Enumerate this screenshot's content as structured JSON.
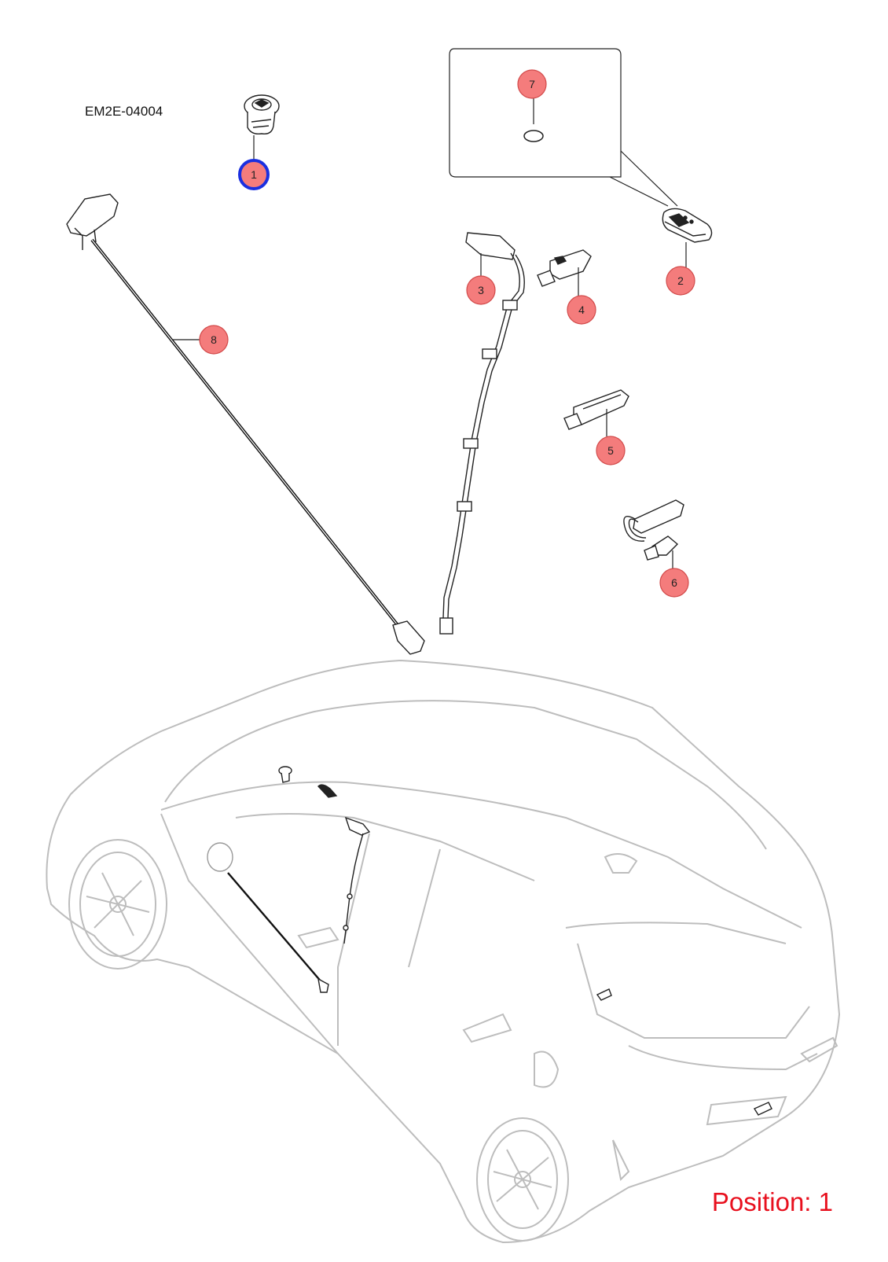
{
  "diagram": {
    "code": "EM2E-04004",
    "position_label": "Position: 1",
    "callouts": [
      {
        "id": "1",
        "label": "1",
        "selected": true
      },
      {
        "id": "2",
        "label": "2"
      },
      {
        "id": "3",
        "label": "3"
      },
      {
        "id": "4",
        "label": "4"
      },
      {
        "id": "5",
        "label": "5"
      },
      {
        "id": "6",
        "label": "6"
      },
      {
        "id": "7",
        "label": "7"
      },
      {
        "id": "8",
        "label": "8"
      }
    ]
  },
  "colors": {
    "callout_fill": "#f47c7c",
    "callout_stroke": "#d24a4a",
    "selected_ring": "#1a2fe0",
    "position_text": "#e8101e",
    "car_outline": "#bdbdbd"
  }
}
